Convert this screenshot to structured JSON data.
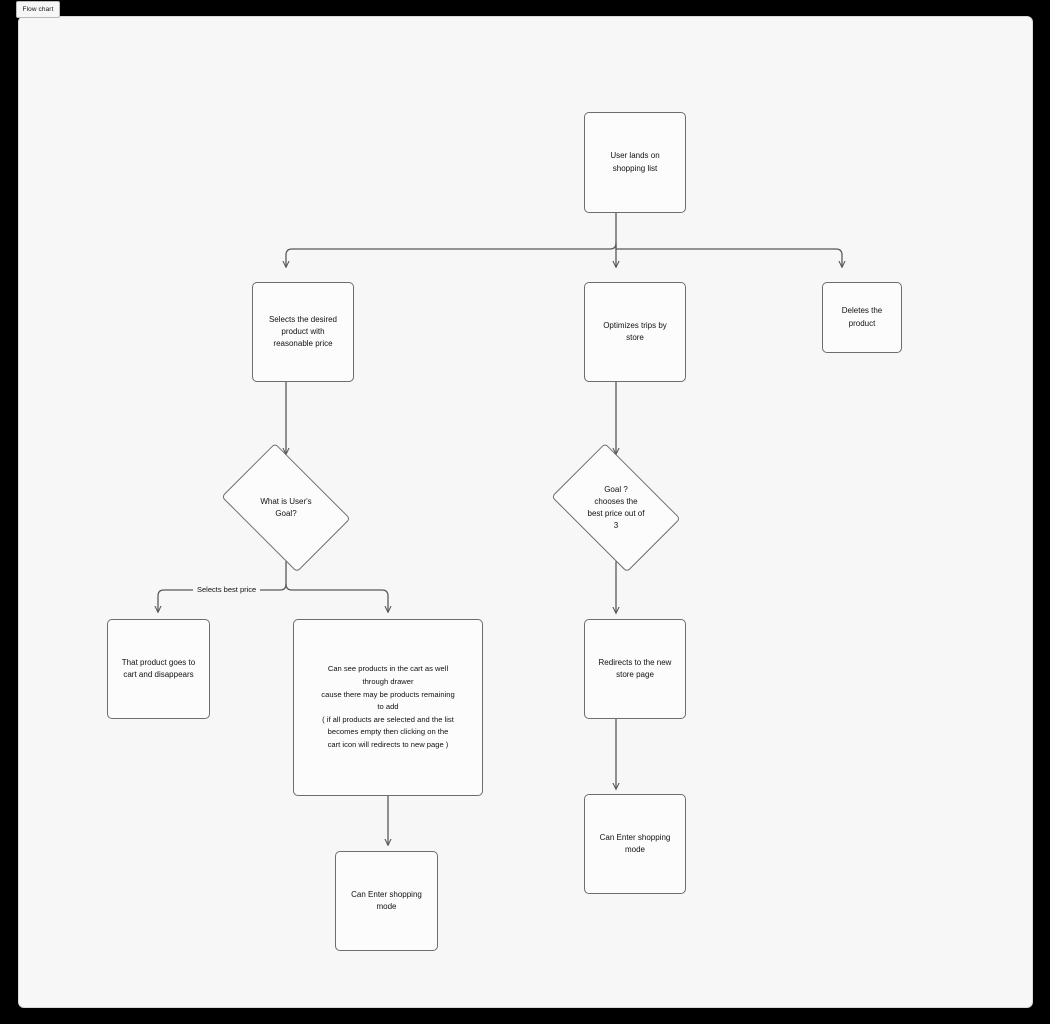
{
  "tab": {
    "label": "Flow chart"
  },
  "diagram": {
    "title": "Flow chart",
    "type": "flowchart",
    "colors": {
      "page_background": "#000000",
      "canvas_background": "#f7f7f7",
      "node_fill": "#fcfcfc",
      "node_border": "#6d6d6d",
      "edge_stroke": "#5a5a5a",
      "text": "#111111"
    },
    "nodes": [
      {
        "id": "start",
        "shape": "rounded-rect",
        "text": "User lands on\nshopping list"
      },
      {
        "id": "select",
        "shape": "rounded-rect",
        "text": "Selects the desired\nproduct with\nreasonable price"
      },
      {
        "id": "optimize",
        "shape": "rounded-rect",
        "text": "Optimizes trips by\nstore"
      },
      {
        "id": "delete",
        "shape": "rounded-rect",
        "text": "Deletes the\nproduct"
      },
      {
        "id": "goal-left",
        "shape": "diamond",
        "text": "What is User's\nGoal?"
      },
      {
        "id": "goal-right",
        "shape": "diamond",
        "text": "Goal ?\nchooses the\nbest price out of\n3"
      },
      {
        "id": "to-cart",
        "shape": "rounded-rect",
        "text": "That product goes to\ncart and disappears"
      },
      {
        "id": "cart-drawer",
        "shape": "rounded-rect",
        "text": "Can see products in the cart as well\nthrough drawer\ncause there may be products remaining\nto add\n( if all products are selected and the list\nbecomes empty then clicking on the\ncart icon will redirects to new page )"
      },
      {
        "id": "redirect",
        "shape": "rounded-rect",
        "text": "Redirects to the new\nstore page"
      },
      {
        "id": "shop-mode-l",
        "shape": "rounded-rect",
        "text": "Can Enter shopping\nmode"
      },
      {
        "id": "shop-mode-r",
        "shape": "rounded-rect",
        "text": "Can Enter shopping\nmode"
      }
    ],
    "edges": [
      {
        "from": "start",
        "to": "select",
        "label": ""
      },
      {
        "from": "start",
        "to": "optimize",
        "label": ""
      },
      {
        "from": "start",
        "to": "delete",
        "label": ""
      },
      {
        "from": "select",
        "to": "goal-left",
        "label": ""
      },
      {
        "from": "optimize",
        "to": "goal-right",
        "label": ""
      },
      {
        "from": "goal-left",
        "to": "to-cart",
        "label": "Selects best price"
      },
      {
        "from": "goal-left",
        "to": "cart-drawer",
        "label": ""
      },
      {
        "from": "goal-right",
        "to": "redirect",
        "label": ""
      },
      {
        "from": "cart-drawer",
        "to": "shop-mode-l",
        "label": ""
      },
      {
        "from": "redirect",
        "to": "shop-mode-r",
        "label": ""
      }
    ],
    "edge_labels": {
      "selects_best_price": "Selects best price"
    }
  }
}
